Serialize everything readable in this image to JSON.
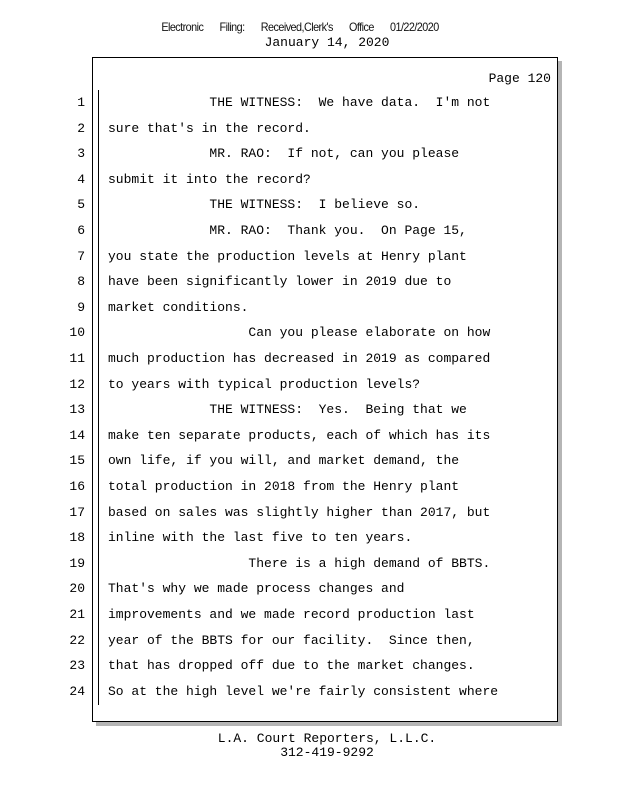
{
  "stamp": {
    "parts": [
      "Electronic",
      "Filing:",
      "Received,Clerk's",
      "Office",
      "01/22/2020"
    ]
  },
  "date": "January 14, 2020",
  "page_label": "Page 120",
  "lines": [
    {
      "n": "1",
      "text": "             THE WITNESS:  We have data.  I'm not"
    },
    {
      "n": "2",
      "text": "sure that's in the record."
    },
    {
      "n": "3",
      "text": "             MR. RAO:  If not, can you please"
    },
    {
      "n": "4",
      "text": "submit it into the record?"
    },
    {
      "n": "5",
      "text": "             THE WITNESS:  I believe so."
    },
    {
      "n": "6",
      "text": "             MR. RAO:  Thank you.  On Page 15,"
    },
    {
      "n": "7",
      "text": "you state the production levels at Henry plant"
    },
    {
      "n": "8",
      "text": "have been significantly lower in 2019 due to"
    },
    {
      "n": "9",
      "text": "market conditions."
    },
    {
      "n": "10",
      "text": "                  Can you please elaborate on how"
    },
    {
      "n": "11",
      "text": "much production has decreased in 2019 as compared"
    },
    {
      "n": "12",
      "text": "to years with typical production levels?"
    },
    {
      "n": "13",
      "text": "             THE WITNESS:  Yes.  Being that we"
    },
    {
      "n": "14",
      "text": "make ten separate products, each of which has its"
    },
    {
      "n": "15",
      "text": "own life, if you will, and market demand, the"
    },
    {
      "n": "16",
      "text": "total production in 2018 from the Henry plant"
    },
    {
      "n": "17",
      "text": "based on sales was slightly higher than 2017, but"
    },
    {
      "n": "18",
      "text": "inline with the last five to ten years."
    },
    {
      "n": "19",
      "text": "                  There is a high demand of BBTS."
    },
    {
      "n": "20",
      "text": "That's why we made process changes and"
    },
    {
      "n": "21",
      "text": "improvements and we made record production last"
    },
    {
      "n": "22",
      "text": "year of the BBTS for our facility.  Since then,"
    },
    {
      "n": "23",
      "text": "that has dropped off due to the market changes."
    },
    {
      "n": "24",
      "text": "So at the high level we're fairly consistent where"
    }
  ],
  "footer": {
    "company": "L.A. Court Reporters, L.L.C.",
    "phone": "312-419-9292"
  }
}
